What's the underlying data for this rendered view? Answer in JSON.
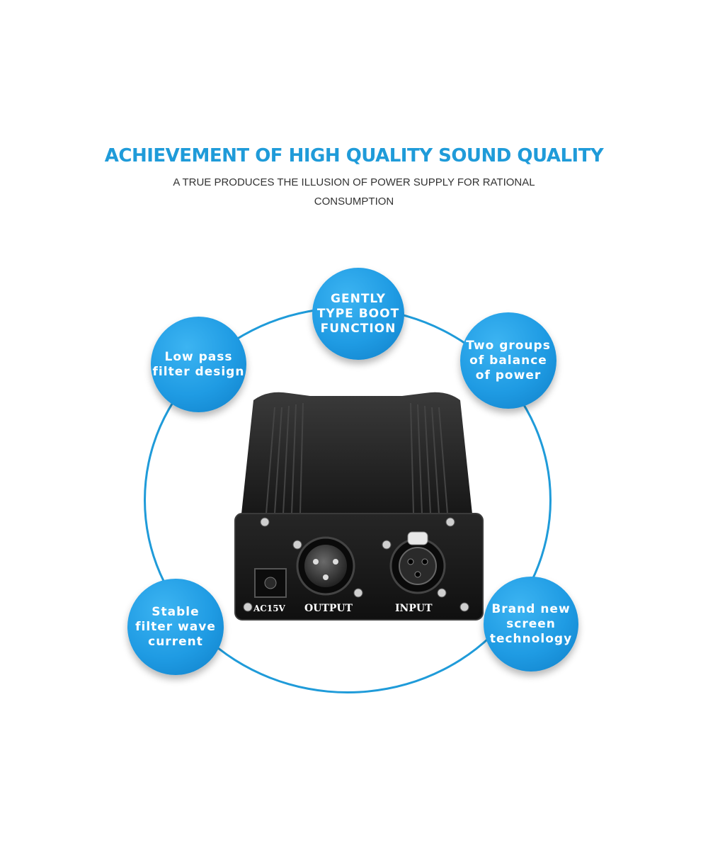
{
  "heading": "ACHIEVEMENT OF HIGH QUALITY SOUND QUALITY",
  "subheading_lines": [
    "A TRUE PRODUCES THE ILLUSION OF POWER SUPPLY FOR RATIONAL",
    "CONSUMPTION"
  ],
  "features": [
    {
      "label": "GENTLY\nTYPE BOOT\nFUNCTION"
    },
    {
      "label": "Low pass\nfilter design"
    },
    {
      "label": "Two groups\nof balance\nof power"
    },
    {
      "label": "Stable\nfilter wave\ncurrent"
    },
    {
      "label": "Brand new\nscreen\ntechnology"
    }
  ],
  "device": {
    "power_label": "AC15V",
    "output_label": "OUTPUT",
    "input_label": "INPUT"
  },
  "colors": {
    "accent": "#1f9bd9",
    "text": "#333333",
    "device_body": "#1c1c1c"
  }
}
